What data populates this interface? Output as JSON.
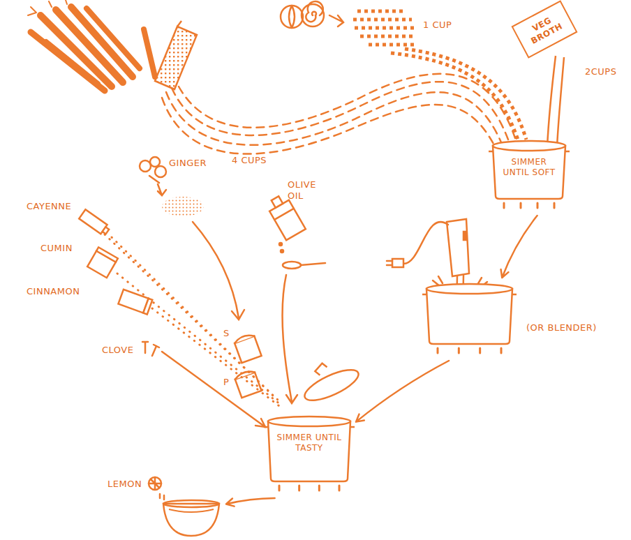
{
  "diagram": {
    "nodes": [
      {
        "text": [
          "VEG BROTH"
        ]
      },
      {
        "text": [
          "SIMMER UNTIL SOFT"
        ]
      },
      {
        "text": [
          "(OR BLENDER)"
        ]
      },
      {
        "text": [
          "SIMMER UNTIL TASTY"
        ]
      },
      {
        "text": [
          "LEMON"
        ]
      }
    ],
    "edges": [
      {
        "from": 1,
        "to": 2,
        "arrow": "to"
      },
      {
        "from": 2,
        "to": 3,
        "arrow": "to"
      },
      {
        "from": 3,
        "to": 4,
        "arrow": "to"
      }
    ],
    "labels": [
      "1 CUP",
      "2CUPS",
      "4 CUPS",
      "GINGER",
      "OLIVE OIL",
      "CAYENNE",
      "CUMIN",
      "CINNAMON",
      "CLOVE",
      "S",
      "P"
    ]
  }
}
